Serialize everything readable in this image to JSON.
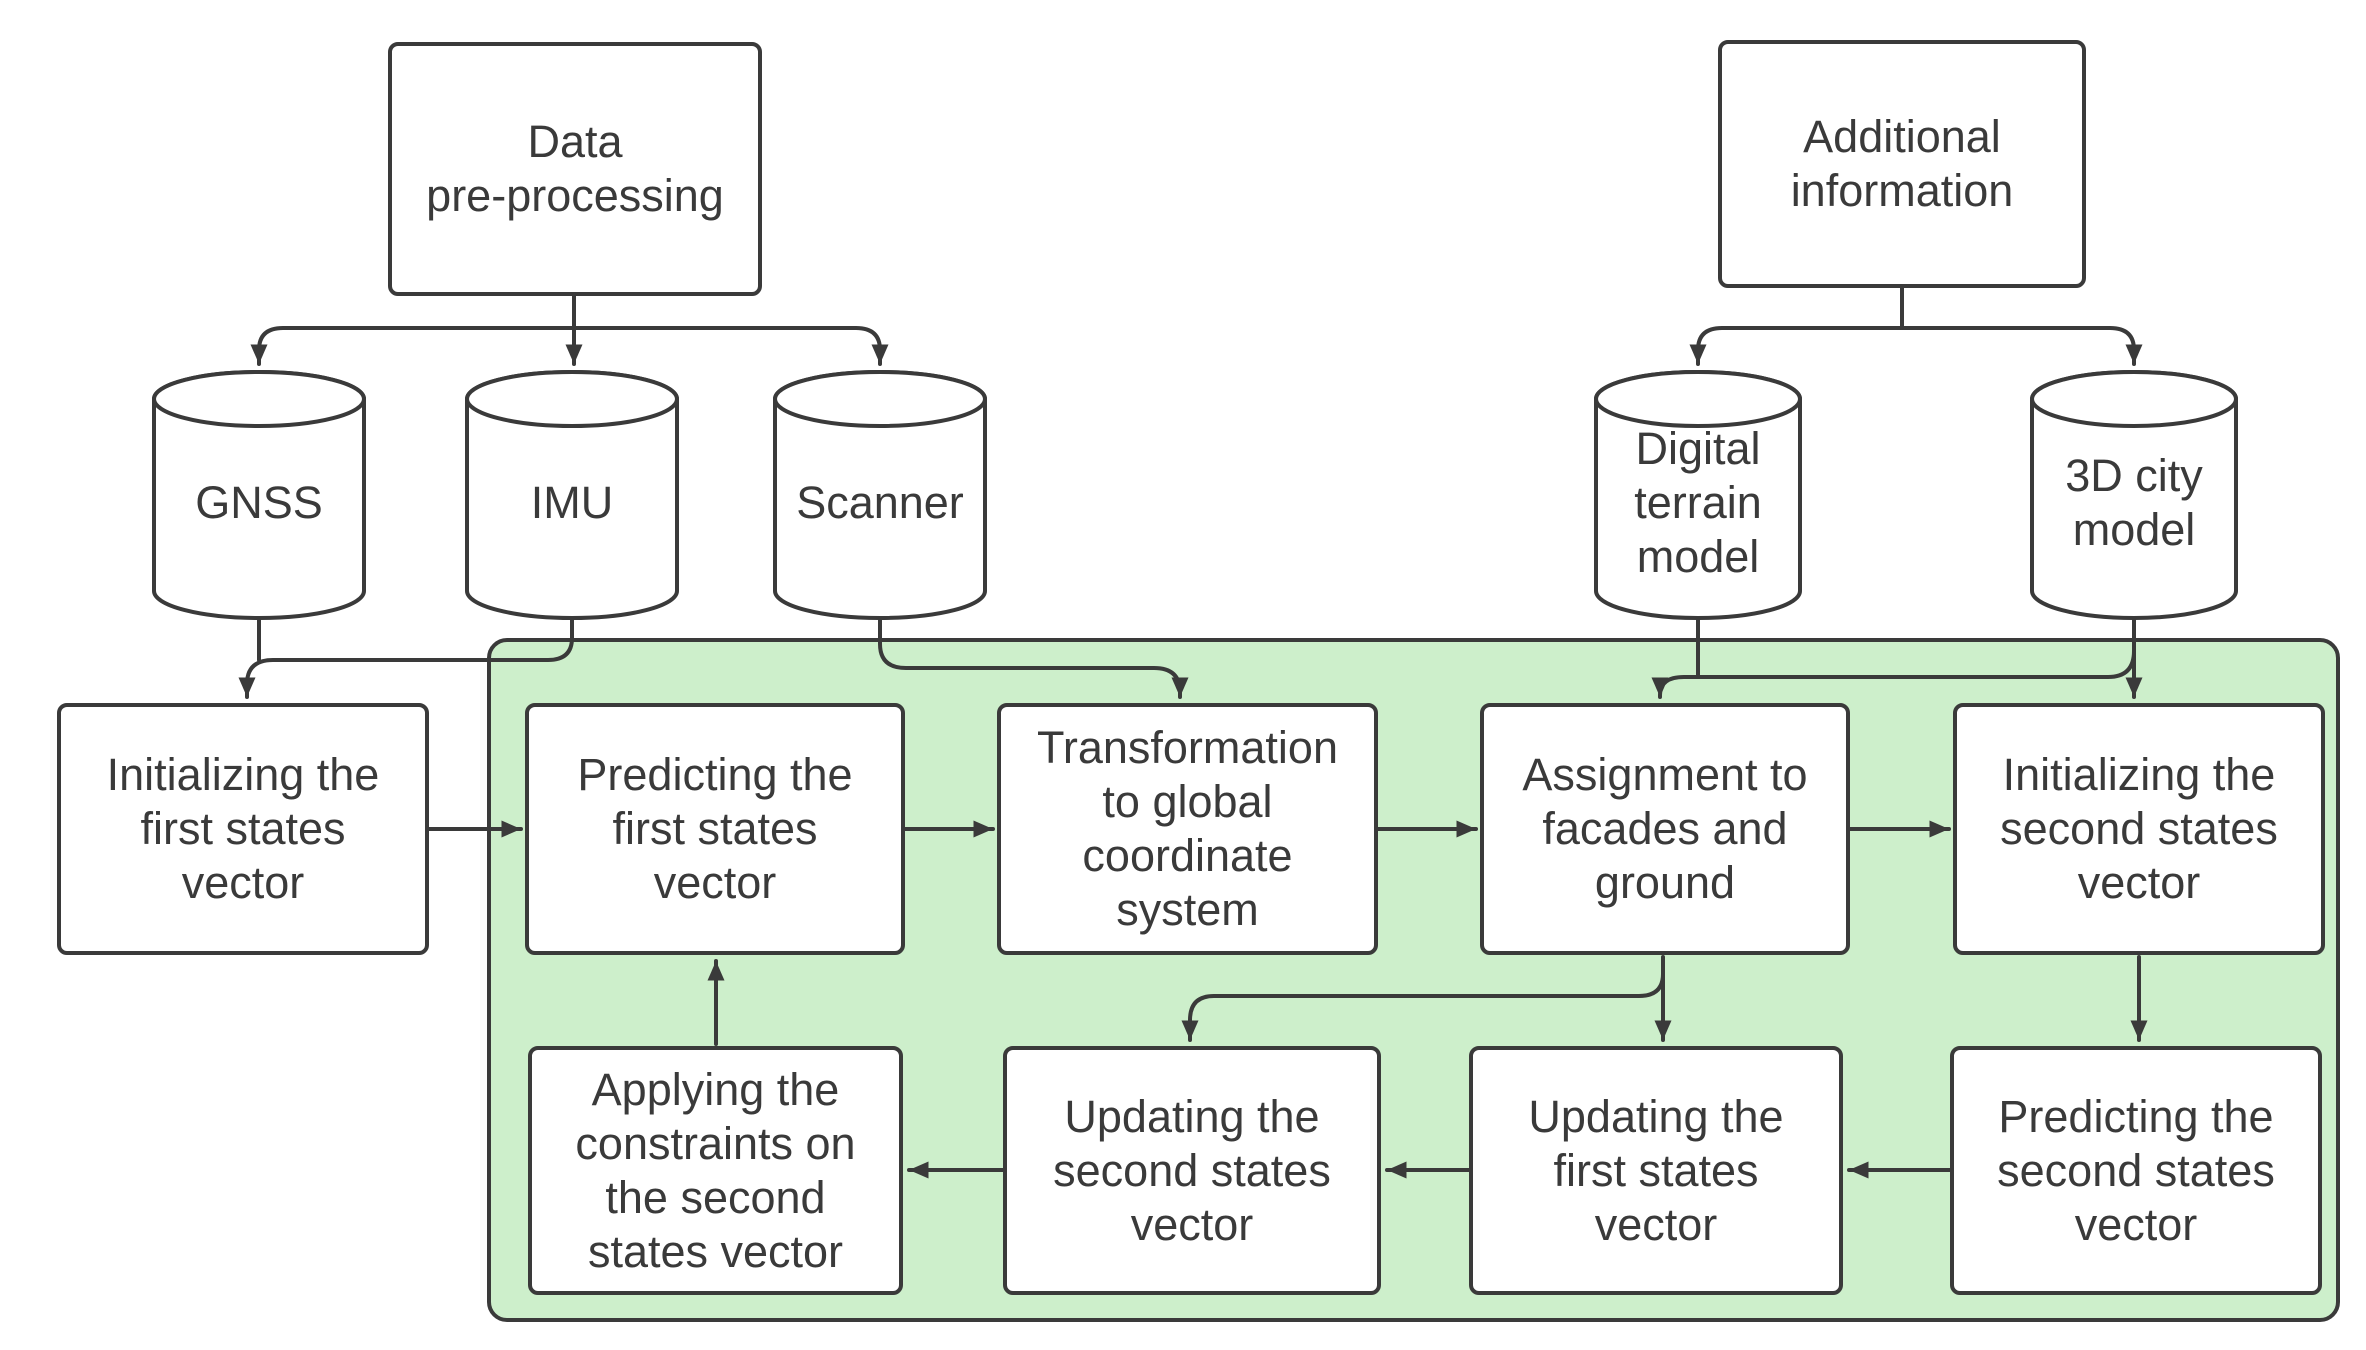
{
  "diagram": {
    "source_boxes": {
      "data_preprocessing": "Data\npre-processing",
      "additional_information": "Additional\ninformation"
    },
    "datastores": {
      "gnss": "GNSS",
      "imu": "IMU",
      "scanner": "Scanner",
      "digital_terrain_model": "Digital\nterrain\nmodel",
      "city_model": "3D city\nmodel"
    },
    "processes": {
      "init_first": "Initializing the\nfirst states\nvector",
      "predict_first": "Predicting the\nfirst states\nvector",
      "transformation": "Transformation\nto global\ncoordinate\nsystem",
      "assignment": "Assignment to\nfacades and\nground",
      "init_second": "Initializing the\nsecond states\nvector",
      "predict_second": "Predicting the\nsecond states\nvector",
      "update_first": "Updating the\nfirst states\nvector",
      "update_second": "Updating the\nsecond states\nvector",
      "apply_constraints": "Applying the\nconstraints on\nthe second\nstates vector"
    },
    "colors": {
      "line": "#3a3a3a",
      "region_fill": "#cdefcb",
      "box_fill": "#ffffff",
      "text": "#3a3a3a",
      "background": "#ffffff"
    }
  }
}
